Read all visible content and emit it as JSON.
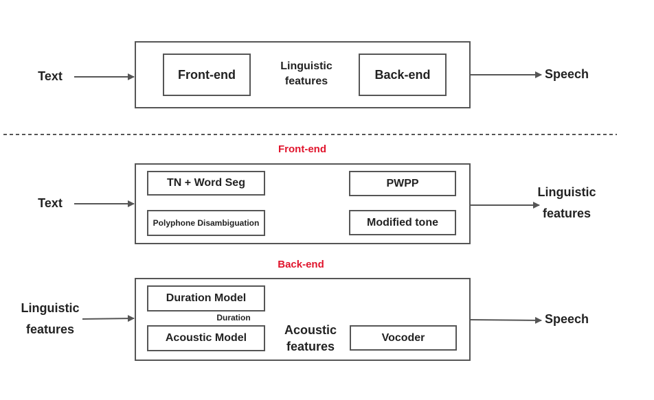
{
  "overview": {
    "input": "Text",
    "frontend": "Front-end",
    "middle_label": "Linguistic\nfeatures",
    "backend": "Back-end",
    "output": "Speech"
  },
  "frontend_detail": {
    "section_title": "Front-end",
    "input": "Text",
    "tn_word_seg": "TN + Word Seg",
    "polyphone": "Polyphone Disambiguation",
    "pwpp": "PWPP",
    "modified_tone": "Modified tone",
    "output": "Linguistic\nfeatures"
  },
  "backend_detail": {
    "section_title": "Back-end",
    "input": "Linguistic\nfeatures",
    "duration_model": "Duration Model",
    "duration_label": "Duration",
    "acoustic_model": "Acoustic Model",
    "acoustic_features": "Acoustic\nfeatures",
    "vocoder": "Vocoder",
    "output": "Speech"
  },
  "colors": {
    "section_title": "#e0142c",
    "stroke": "#555555"
  }
}
